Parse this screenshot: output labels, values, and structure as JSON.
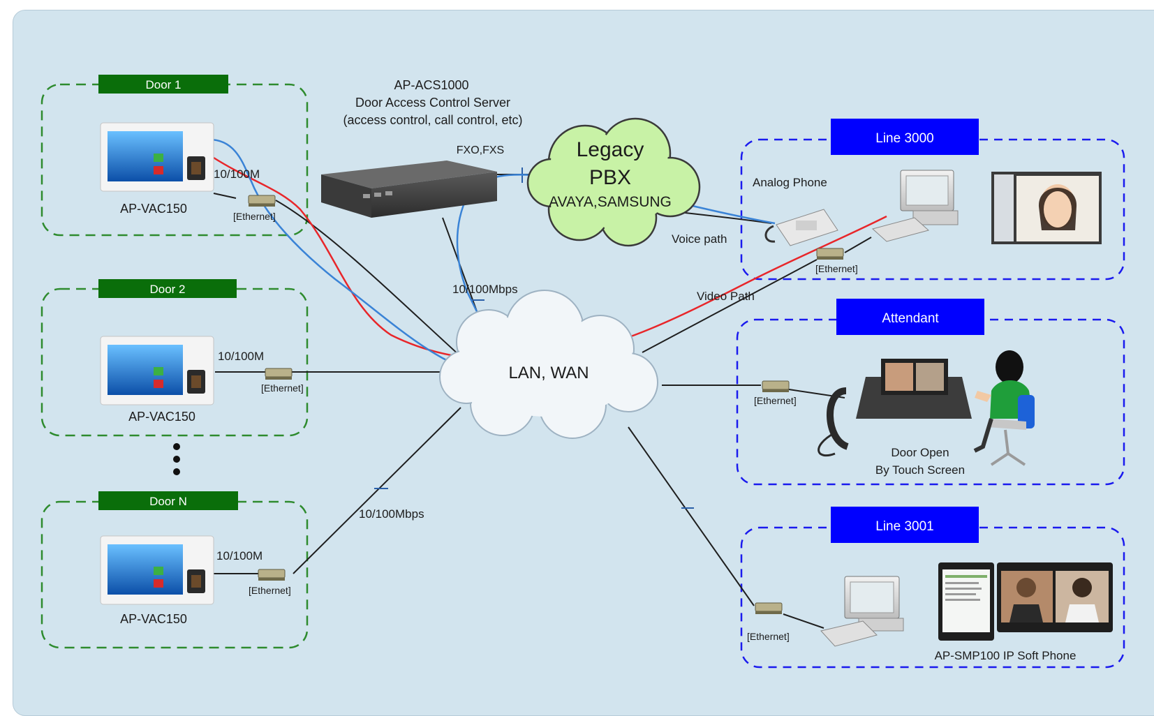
{
  "server": {
    "model": "AP-ACS1000",
    "name": "Door Access Control Server",
    "roles": "(access control, call control, etc)"
  },
  "doors": [
    {
      "title": "Door 1",
      "device": "AP-VAC150",
      "speed": "10/100M",
      "ethernet": "[Ethernet]"
    },
    {
      "title": "Door 2",
      "device": "AP-VAC150",
      "speed": "10/100M",
      "ethernet": "[Ethernet]"
    },
    {
      "title": "Door N",
      "device": "AP-VAC150",
      "speed": "10/100M",
      "ethernet": "[Ethernet]"
    }
  ],
  "pbx": {
    "line1": "Legacy",
    "line2": "PBX",
    "vendors": "AVAYA,SAMSUNG",
    "port": "FXO,FXS"
  },
  "network": {
    "cloud": "LAN, WAN",
    "speed_top": "10/100Mbps",
    "speed_bottom": "10/100Mbps",
    "voice_path": "Voice path",
    "video_path": "Video Path"
  },
  "line3000": {
    "title": "Line 3000",
    "phone": "Analog Phone",
    "ethernet": "[Ethernet]"
  },
  "attendant": {
    "title": "Attendant",
    "caption_1": "Door Open",
    "caption_2": "By Touch Screen",
    "ethernet": "[Ethernet]"
  },
  "line3001": {
    "title": "Line 3001",
    "softphone": "AP-SMP100 IP Soft Phone",
    "ethernet": "[Ethernet]"
  },
  "colors": {
    "door_frame": "#2e8b2e",
    "door_header": "#0a6e0a",
    "line_frame": "#1a1aee",
    "line_header": "#0000ff",
    "red_path": "#e8262a",
    "blue_path": "#3a83d6",
    "wire": "#1e1e1e"
  }
}
